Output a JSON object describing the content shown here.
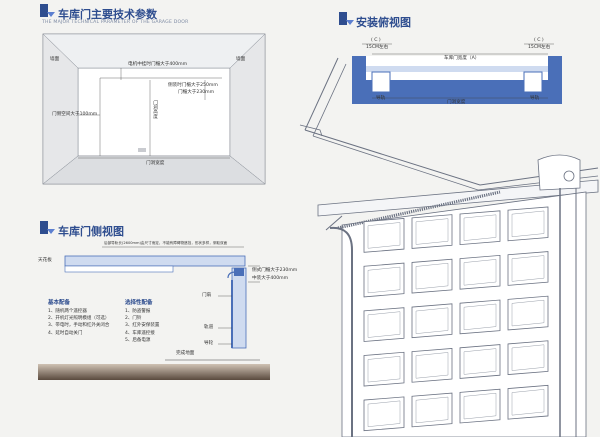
{
  "header": {
    "main_params_title": "车库门主要技术参数",
    "main_params_subtitle": "THE MAJOR TECHNICAL PARAMETER OF THE GARAGE DOOR",
    "top_view_title": "安装俯视图",
    "side_view_title": "车库门侧视图"
  },
  "front_view": {
    "wall_left": "墙面",
    "wall_right": "墙面",
    "motor_headroom": "电机中挂时门楣大于400mm",
    "side_room_line1": "侧装时门楣大于250mm",
    "side_room_line2": "门楣大于230mm",
    "door_height": "门洞高度",
    "side_space": "门侧空间大于100mm",
    "door_width": "门洞宽度"
  },
  "top_view": {
    "left_dim": "( C )",
    "left_dim_note": "15CM左右",
    "right_dim": "( C )",
    "right_dim_note": "15CM左右",
    "door_width_a": "车库门宽度（A）",
    "door_width_b": "门洞宽度",
    "rail": "导轨"
  },
  "side_view": {
    "ceiling": "天花板",
    "track_length": "后部导轨长(2600mm)由尺寸而定，不能有障碍物遮挡，形状多样，采取双面",
    "headroom_side": "侧式门楣大于230mm",
    "headroom_center": "中装大于400mm",
    "door_panel": "门扇",
    "track": "轨道",
    "roller": "导轮",
    "finished_floor": "完成地面"
  },
  "basic_config": {
    "title": "基本配备",
    "items": [
      "1、随机两个遥控器",
      "2、开机灯光照明模组（可选）",
      "3、带电时，手动和红外关闭合",
      "4、延时自动关门"
    ]
  },
  "optional_config": {
    "title": "选择性配备",
    "items": [
      "1、防盗警报",
      "2、门铃",
      "3、红外安保装置",
      "4、车库遥控接",
      "5、后备电源"
    ]
  },
  "colors": {
    "title_blue": "#2e4d8f",
    "structure_blue": "#4a6fb8",
    "light_blue": "#cfdbf0",
    "line": "#6b7282"
  }
}
